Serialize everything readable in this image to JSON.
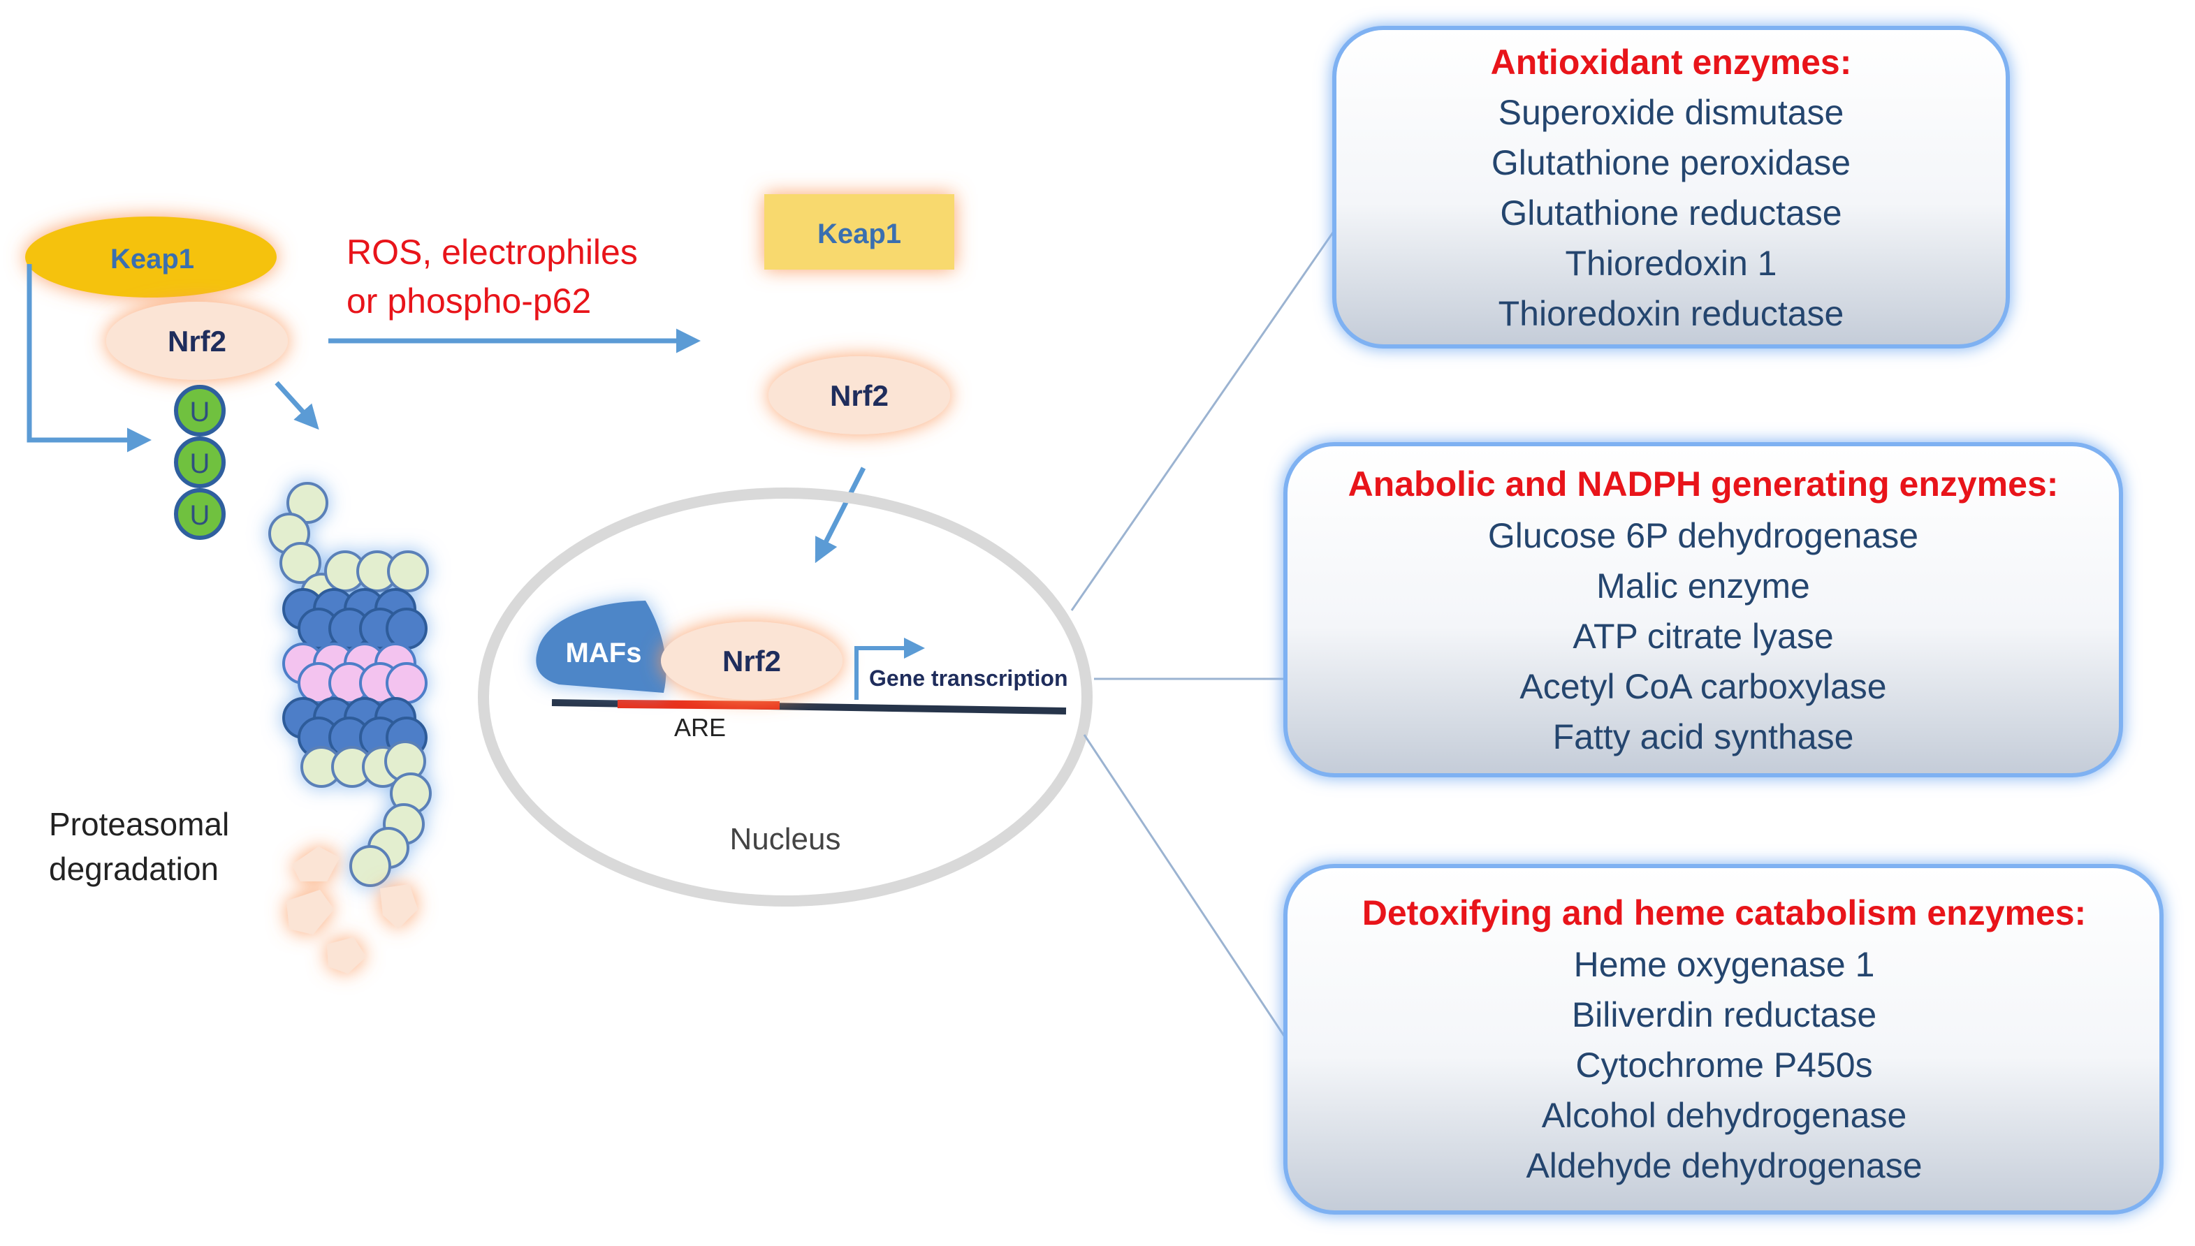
{
  "colors": {
    "keap1_fill": "#f5c20a",
    "nrf2_fill": "#fbe4d5",
    "glow_orange": "#fbb48a",
    "glow_blue": "#9fc5f0",
    "arrow_blue": "#5b9bd5",
    "ubiquitin_green": "#70c13f",
    "proteasome_blue": "#4d7ec8",
    "proteasome_pink": "#f3c3ef",
    "proteasome_pale": "#e3eecf",
    "mafs_blue": "#4d86c8",
    "are_red": "#e8301a",
    "dna_dark": "#26344a",
    "title_red": "#e8141a",
    "item_navy": "#24456e"
  },
  "left": {
    "keap1": "Keap1",
    "nrf2": "Nrf2",
    "ubiquitin": [
      "U",
      "U",
      "U"
    ],
    "degradation": [
      "Proteasomal",
      "degradation"
    ]
  },
  "stimulus": {
    "lines": [
      "ROS, electrophiles",
      "or phospho-p62"
    ]
  },
  "free": {
    "keap1": "Keap1",
    "nrf2": "Nrf2"
  },
  "nucleus": {
    "label": "Nucleus",
    "mafs": "MAFs",
    "nrf2": "Nrf2",
    "are": "ARE",
    "gene_transcription": "Gene transcription"
  },
  "boxes": [
    {
      "title": "Antioxidant enzymes:",
      "items": [
        "Superoxide dismutase",
        "Glutathione peroxidase",
        "Glutathione reductase",
        "Thioredoxin 1",
        "Thioredoxin reductase"
      ]
    },
    {
      "title": "Anabolic and NADPH generating enzymes:",
      "items": [
        "Glucose 6P dehydrogenase",
        "Malic enzyme",
        "ATP citrate lyase",
        "Acetyl CoA carboxylase",
        "Fatty acid synthase"
      ]
    },
    {
      "title": "Detoxifying and heme catabolism enzymes:",
      "items": [
        "Heme oxygenase 1",
        "Biliverdin reductase",
        "Cytochrome P450s",
        "Alcohol dehydrogenase",
        "Aldehyde dehydrogenase"
      ]
    }
  ]
}
